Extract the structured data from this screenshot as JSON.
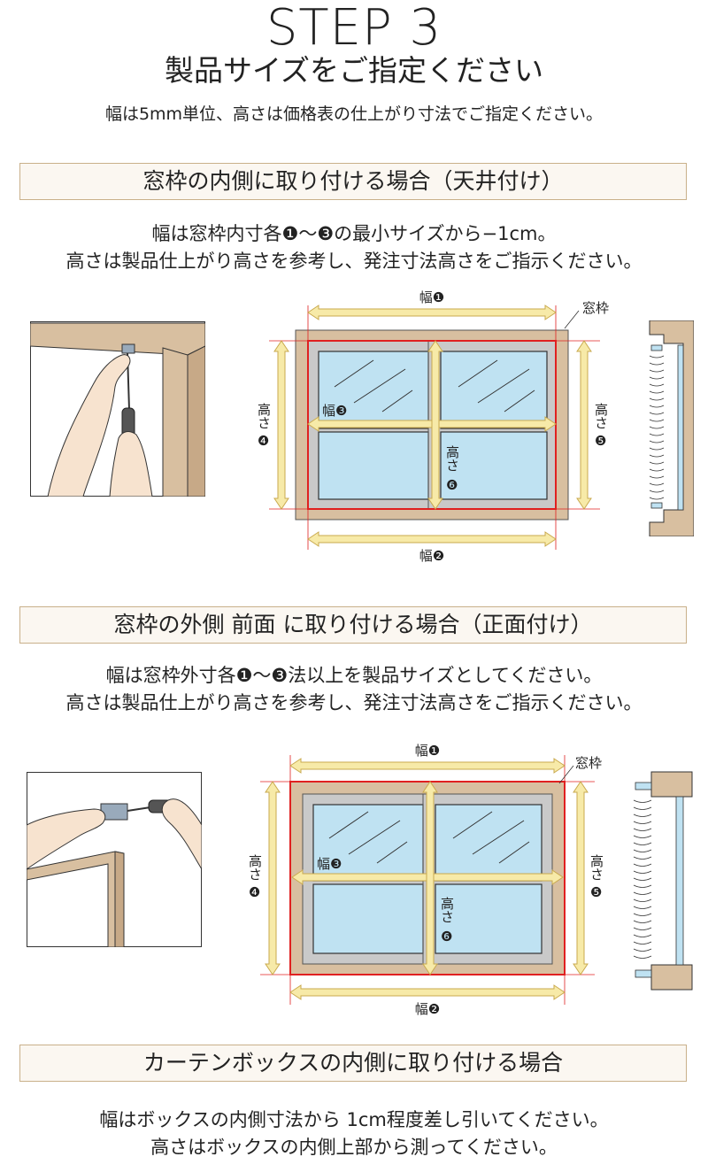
{
  "header": {
    "step": "STEP 3",
    "subtitle": "製品サイズをご指定ください",
    "lead": "幅は5mm単位、高さは価格表の仕上がり寸法でご指定ください。"
  },
  "sections": [
    {
      "title": "窓枠の内側に取り付ける場合（天井付け）",
      "line1": "幅は窓枠内寸各❶〜❸の最小サイズから−1cm。",
      "line2": "高さは製品仕上がり高さを参考し、発注寸法高さをご指示ください。"
    },
    {
      "title": "窓枠の外側 前面 に取り付ける場合（正面付け）",
      "line1": "幅は窓枠外寸各❶〜❸法以上を製品サイズとしてください。",
      "line2": "高さは製品仕上がり高さを参考し、発注寸法高さをご指示ください。"
    },
    {
      "title": "カーテンボックスの内側に取り付ける場合",
      "line1": "幅はボックスの内側寸法から 1cm程度差し引いてください。",
      "line2": "高さはボックスの内側上部から測ってください。"
    }
  ],
  "diagram_labels": {
    "width1": "幅❶",
    "width2": "幅❷",
    "width3": "幅❸",
    "frame": "窓枠",
    "height_word": "高さ",
    "num4": "❹",
    "num5": "❺",
    "num6": "❻"
  },
  "colors": {
    "frame": "#d8bfa0",
    "frame_inner": "#c9c9c9",
    "glass": "#bfe2f2",
    "measure": "#e02020",
    "arrow_fill": "#f7eaa8",
    "arrow_stroke": "#c9a94e",
    "bar_border": "#c9b08a"
  }
}
